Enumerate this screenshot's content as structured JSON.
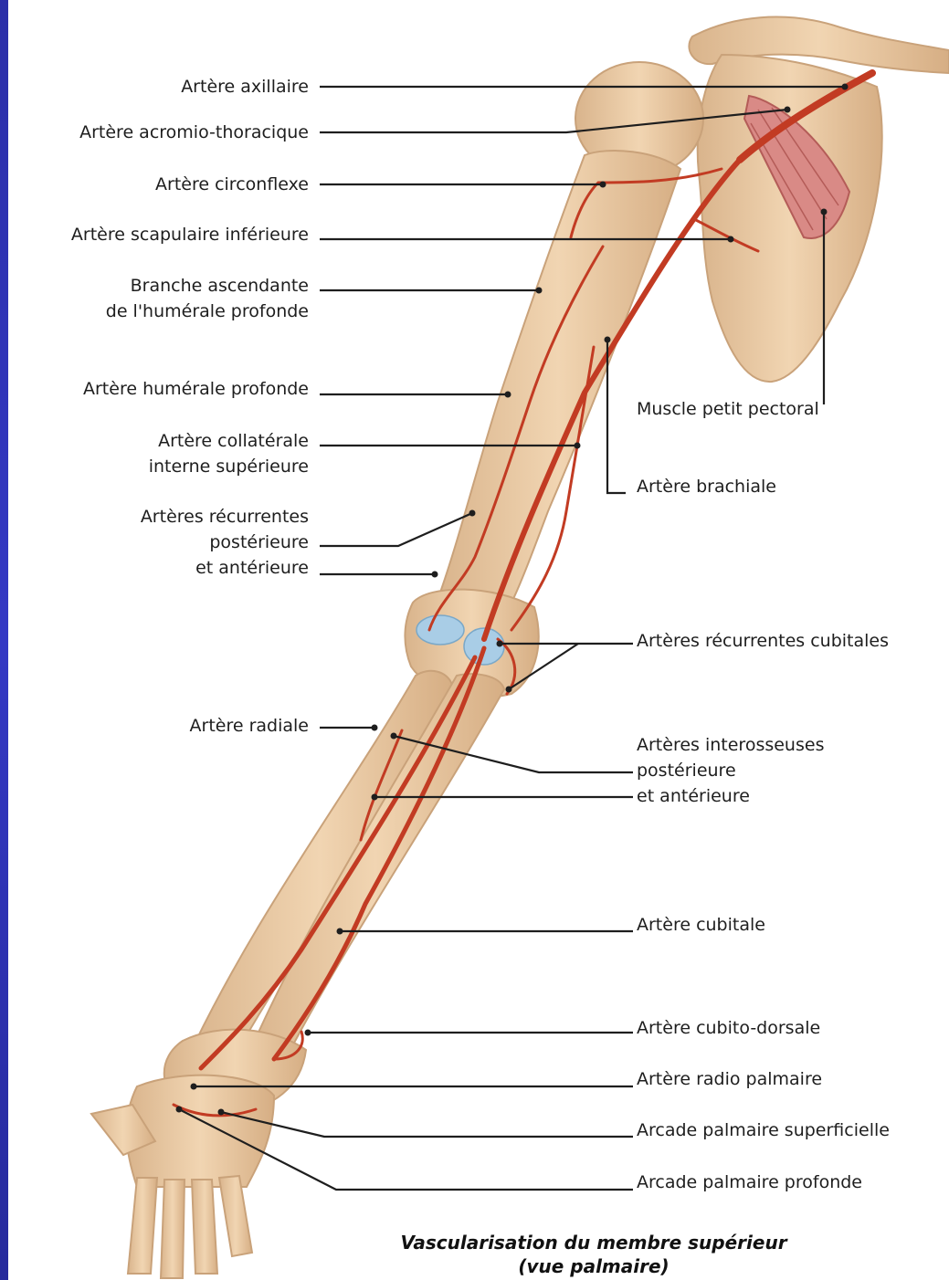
{
  "labels": {
    "axillaire": "Artère axillaire",
    "acromio": "Artère acromio-thoracique",
    "circonflexe": "Artère circonflexe",
    "scapulaire": "Artère scapulaire inférieure",
    "branche_l1": "Branche ascendante",
    "branche_l2": "de l'humérale profonde",
    "humerale_profonde": "Artère humérale profonde",
    "collaterale_l1": "Artère collatérale",
    "collaterale_l2": "interne supérieure",
    "recurrentes_l1": "Artères récurrentes",
    "recurrentes_l2": "postérieure",
    "recurrentes_l3": "et antérieure",
    "radiale": "Artère radiale",
    "petit_pectoral": "Muscle petit pectoral",
    "brachiale": "Artère brachiale",
    "recurrentes_cubitales": "Artères récurrentes cubitales",
    "interosseuses_l1": "Artères interosseuses",
    "interosseuses_l2": "postérieure",
    "interosseuses_l3": "et antérieure",
    "cubitale": "Artère cubitale",
    "cubito_dorsale": "Artère cubito-dorsale",
    "radio_palmaire": "Artère radio palmaire",
    "arcade_superficielle": "Arcade palmaire superficielle",
    "arcade_profonde": "Arcade palmaire profonde"
  },
  "caption": {
    "line1": "Vascularisation du membre supérieur",
    "line2": "(vue palmaire)"
  },
  "colors": {
    "bone_fill": "#e9c9a3",
    "bone_stroke": "#c9a27a",
    "artery": "#c23b23",
    "cartilage": "#a9cde6",
    "muscle": "#d98a86",
    "leader": "#1e1e1e",
    "side_band": "#3034b8"
  }
}
